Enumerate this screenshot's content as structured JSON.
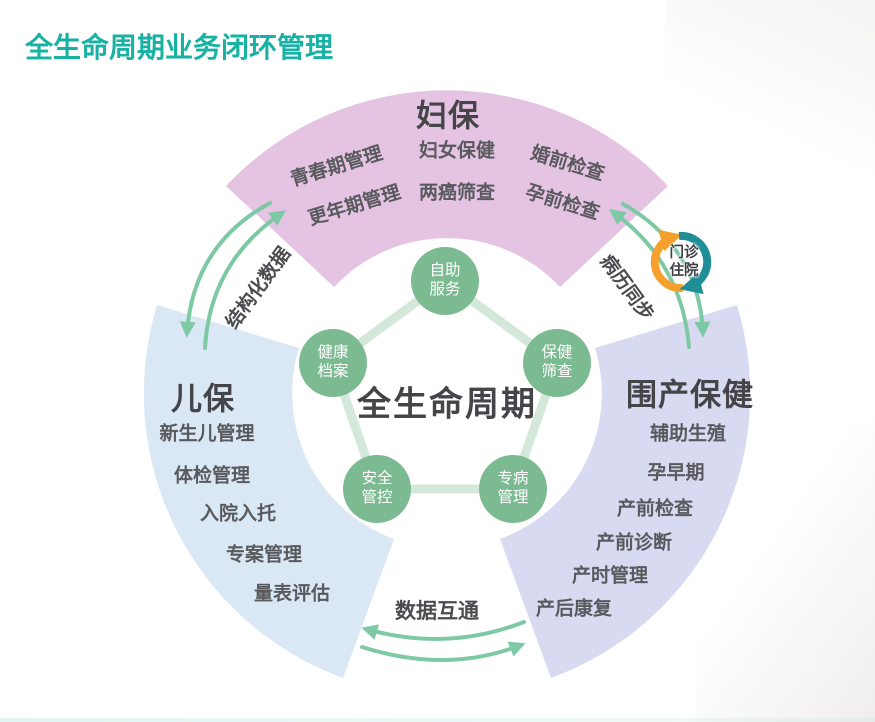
{
  "page": {
    "title": "全生命周期业务闭环管理"
  },
  "colors": {
    "accent_teal": "#17b2a3",
    "arc_pink": "#e5c3e2",
    "arc_blue": "#d9e8f4",
    "arc_lavender": "#d7daf0",
    "node_green": "#7cba92",
    "pentagon_line": "#d4e8da",
    "arrow_green": "#7ec9a5",
    "badge_orange": "#f5a02c",
    "badge_teal": "#1f8e96"
  },
  "diagram": {
    "center_label": "全生命周期",
    "nodes": [
      {
        "label": "自助服务"
      },
      {
        "label": "健康档案"
      },
      {
        "label": "保健筛查"
      },
      {
        "label": "安全管控"
      },
      {
        "label": "专病管理"
      }
    ],
    "sectors": {
      "women": {
        "title": "妇保",
        "items_left": [
          "青春期管理",
          "更年期管理"
        ],
        "items_center": [
          "妇女保健",
          "两癌筛查"
        ],
        "items_right": [
          "婚前检查",
          "孕前检查"
        ]
      },
      "child": {
        "title": "儿保",
        "items": [
          "新生儿管理",
          "体检管理",
          "入院入托",
          "专案管理",
          "量表评估"
        ]
      },
      "perinatal": {
        "title": "围产保健",
        "items": [
          "辅助生殖",
          "孕早期",
          "产前检查",
          "产前诊断",
          "产时管理",
          "产后康复"
        ]
      }
    },
    "links": {
      "left": "结构化数据",
      "right": "病历同步",
      "bottom": "数据互通",
      "badge": {
        "line1": "门诊",
        "line2": "住院"
      }
    }
  }
}
